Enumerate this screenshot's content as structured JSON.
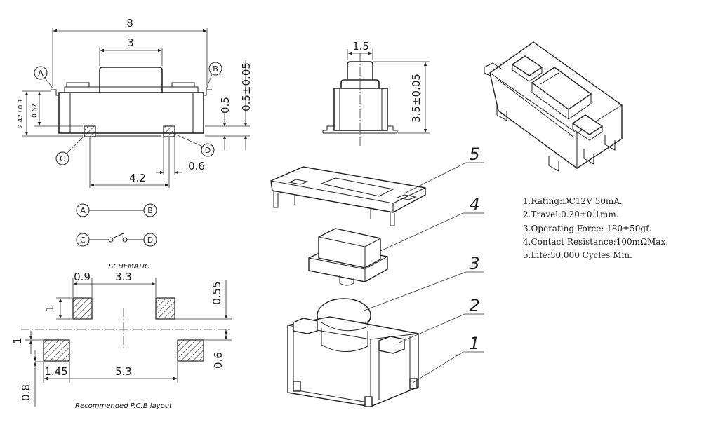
{
  "front_view": {
    "dim_width": "8",
    "dim_button": "3",
    "dim_height": "0.5±0.05",
    "dim_lead_gap": "0.5",
    "dim_total": "2.47±0.1",
    "dim_inner": "0.67",
    "dim_pitch": "4.2",
    "dim_lead": "0.6",
    "terminal_a": "A",
    "terminal_b": "B",
    "terminal_c": "C",
    "terminal_d": "D"
  },
  "side_view": {
    "dim_width": "1.5",
    "dim_height": "3.5±0.05"
  },
  "schematic": {
    "caption": "SCHEMATIC",
    "node_a": "A",
    "node_b": "B",
    "node_c": "C",
    "node_d": "D"
  },
  "pcb_layout": {
    "caption": "Recommended P.C.B layout",
    "dim_pad_width": "0.9",
    "dim_pad_gap": "3.3",
    "dim_pad_height": "1",
    "dim_offset_top": "0.55",
    "dim_outer_height": "1",
    "dim_outer_width": "1.45",
    "dim_outer_span": "5.3",
    "dim_offset_bottom": "0.6",
    "dim_vertical": "0.8"
  },
  "exploded_view": {
    "callouts": [
      "5",
      "4",
      "3",
      "2",
      "1"
    ]
  },
  "specs": [
    "1.Rating:DC12V 50mA.",
    "2.Travel:0.20±0.1mm.",
    "3.Operating Force: 180±50gf.",
    "4.Contact Resistance:100mΩMax.",
    "5.Life:50,000 Cycles Min."
  ]
}
